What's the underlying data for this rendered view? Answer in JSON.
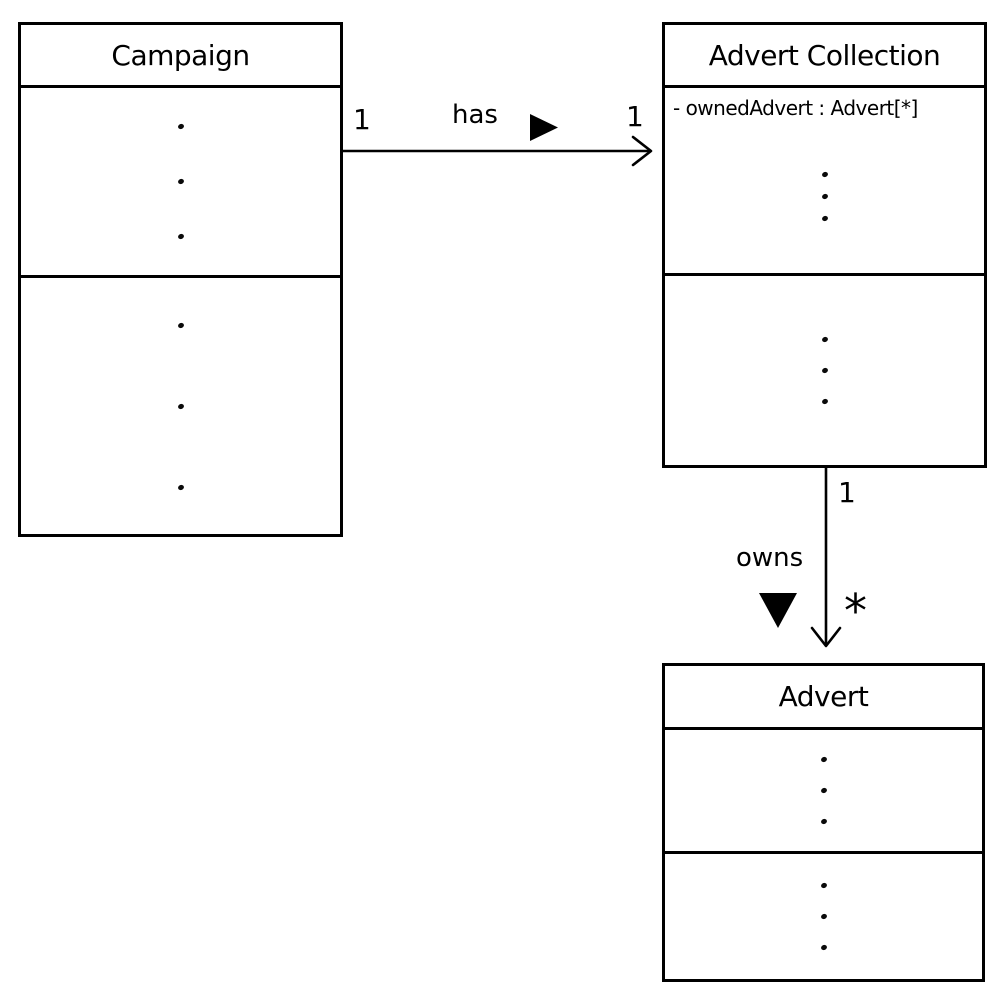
{
  "diagram": {
    "kind": "uml-class-diagram",
    "background_color": "#ffffff",
    "stroke_color": "#000000"
  },
  "classes": {
    "campaign": {
      "name": "Campaign"
    },
    "advert_collection": {
      "name": "Advert Collection",
      "attribute": "- ownedAdvert : Advert[*]"
    },
    "advert": {
      "name": "Advert"
    }
  },
  "associations": {
    "has": {
      "label": "has",
      "direction": "right",
      "source_multiplicity": "1",
      "target_multiplicity": "1"
    },
    "owns": {
      "label": "owns",
      "direction": "down",
      "source_multiplicity": "1",
      "target_multiplicity": "*"
    }
  }
}
